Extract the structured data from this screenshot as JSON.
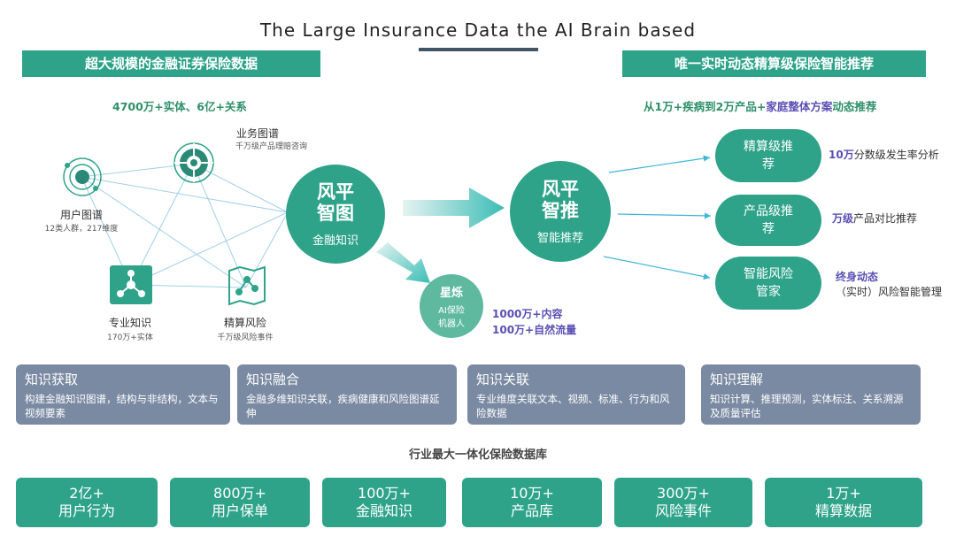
{
  "title": "The Large Insurance Data the AI Brain based",
  "left_banner": "超大规模的金融证券保险数据",
  "right_banner": "唯一实时动态精算级保险智能推荐",
  "left_sub": "4700万+实体、6亿+关系",
  "right_sub": {
    "pre": "从1万+疾病到2万产品+",
    "hl": "家庭整体方案",
    "post": "动态推荐"
  },
  "nodes": {
    "business": {
      "label": "业务图谱",
      "sub": "千万级产品理赔咨询"
    },
    "user": {
      "label": "用户图谱",
      "sub": "12类人群，217维度"
    },
    "professional": {
      "label": "专业知识",
      "sub": "170万+实体"
    },
    "actuarial": {
      "label": "精算风险",
      "sub": "千万级风险事件"
    }
  },
  "center_left": {
    "line1": "风平",
    "line2": "智图",
    "sub": "金融知识"
  },
  "center_right": {
    "line1": "风平",
    "line2": "智推",
    "sub": "智能推荐"
  },
  "robot": {
    "title": "星烁",
    "line1": "AI保险",
    "line2": "机器人",
    "stat1": "1000万+内容",
    "stat2": "100万+自然流量"
  },
  "right_nodes": [
    {
      "line1": "精算级推",
      "line2": "荐",
      "desc_hl": "10万",
      "desc": "分数级发生率分析"
    },
    {
      "line1": "产品级推",
      "line2": "荐",
      "desc_hl": "万级",
      "desc": "产品对比推荐"
    },
    {
      "line1": "智能风险",
      "line2": "管家",
      "desc_hl": "终身动态",
      "desc": "（实时）风险智能管理"
    }
  ],
  "panels": [
    {
      "title": "知识获取",
      "body": "构建金融知识图谱，结构与非结构，文本与视频要素"
    },
    {
      "title": "知识融合",
      "body": "金融多维知识关联，疾病健康和风险图谱延伸"
    },
    {
      "title": "知识关联",
      "body": "专业维度关联文本、视频、标准、行为和风险数据"
    },
    {
      "title": "知识理解",
      "body": "知识计算、推理预测，实体标注、关系溯源及质量评估"
    }
  ],
  "db_title": "行业最大一体化保险数据库",
  "stats": [
    {
      "value": "2亿+",
      "label": "用户行为"
    },
    {
      "value": "800万+",
      "label": "用户保单"
    },
    {
      "value": "100万+",
      "label": "金融知识"
    },
    {
      "value": "10万+",
      "label": "产品库"
    },
    {
      "value": "300万+",
      "label": "风险事件"
    },
    {
      "value": "1万+",
      "label": "精算数据"
    }
  ],
  "colors": {
    "accent": "#2ea38a",
    "panel": "#7a8aa2",
    "highlight": "#5a4fb5"
  },
  "icons": [
    "orbit-icon",
    "target-icon",
    "network-icon",
    "map-route-icon"
  ]
}
